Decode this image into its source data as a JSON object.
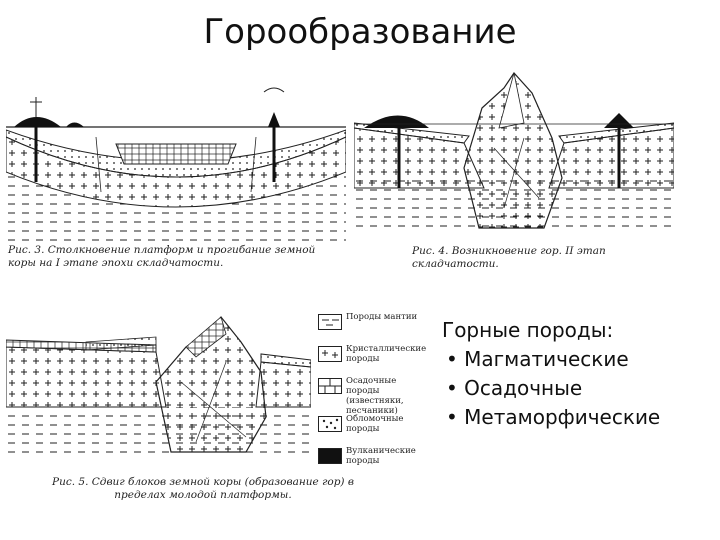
{
  "title": "Горообразование",
  "figures": {
    "fig3_caption": "Рис. 3. Столкновение платформ и прогибание земной коры на I этапе эпохи складчатости.",
    "fig4_caption": "Рис. 4. Возникновение гор. II этап складчатости.",
    "fig5_caption": "Рис. 5. Сдвиг блоков земной коры (образование гор) в пределах молодой платформы."
  },
  "legend": [
    {
      "label": "Породы мантии",
      "icon": "dashes"
    },
    {
      "label": "Кристаллические породы",
      "icon": "crosses"
    },
    {
      "label": "Осадочные породы (известняки, песчаники)",
      "icon": "bricks"
    },
    {
      "label": "Обломочные породы",
      "icon": "dots"
    },
    {
      "label": "Вулканические породы",
      "icon": "solid-black"
    }
  ],
  "rocks": {
    "heading": "Горные породы:",
    "items": [
      "Магматические",
      "Осадочные",
      "Метаморфические"
    ]
  }
}
